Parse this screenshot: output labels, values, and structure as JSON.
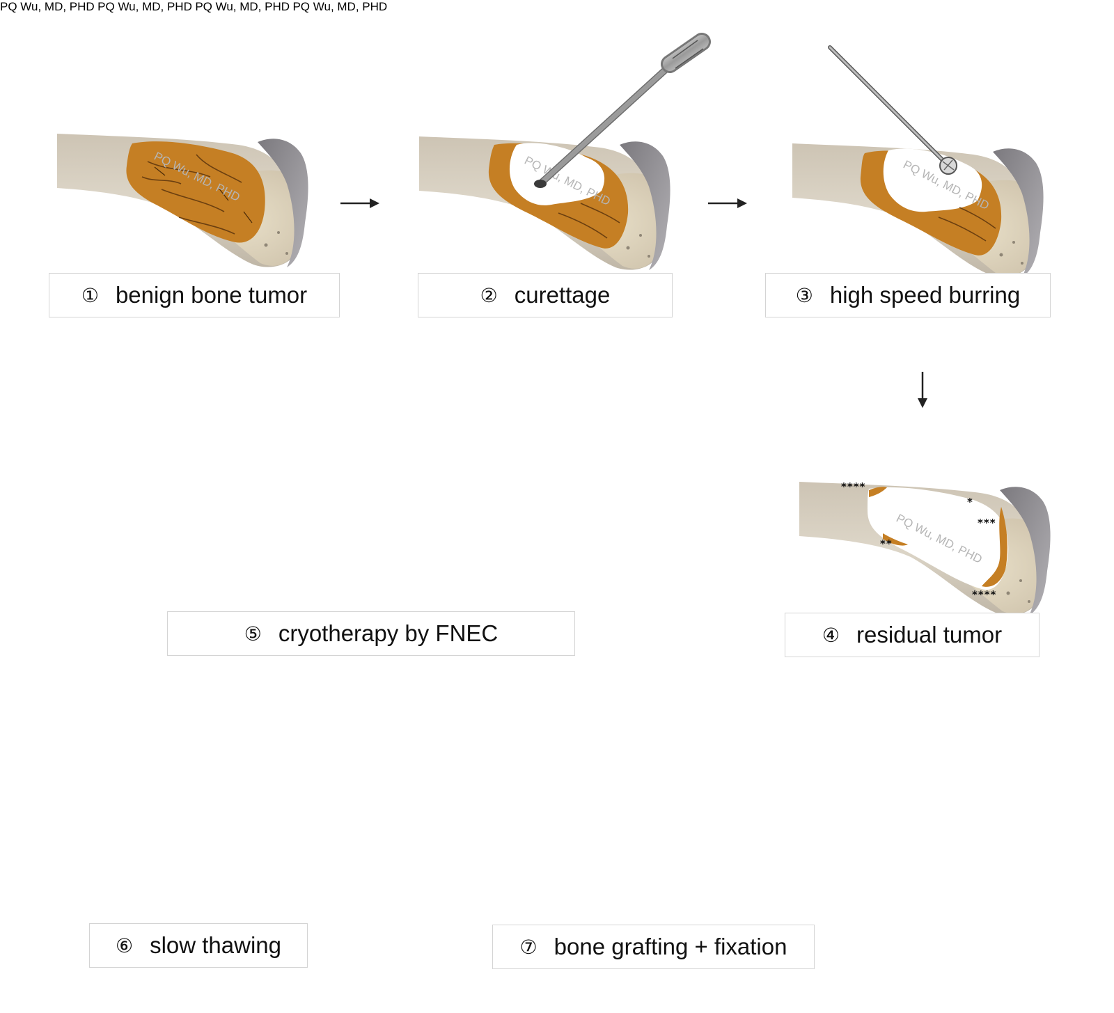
{
  "steps": [
    {
      "number": "①",
      "label": "benign bone tumor"
    },
    {
      "number": "②",
      "label": "curettage"
    },
    {
      "number": "③",
      "label": "high speed burring"
    },
    {
      "number": "④",
      "label": "residual tumor"
    },
    {
      "number": "⑤",
      "label": "cryotherapy by FNEC"
    },
    {
      "number": "⑥",
      "label": "slow thawing"
    },
    {
      "number": "⑦",
      "label": "bone grafting + fixation"
    }
  ],
  "residual_markers": [
    "****",
    "*",
    "***",
    "**",
    "****"
  ],
  "watermark": "PQ Wu, MD, PHD",
  "colors": {
    "bone": "#d9d1c2",
    "cartilage": "#9a989c",
    "tumor": "#c57f24",
    "plate": "#bdbdbd",
    "label_border": "#d4d4d4"
  },
  "icons": {
    "arrow": "arrow-icon",
    "curette": "curette-icon",
    "burr": "burr-icon",
    "spatula": "spatula-icon",
    "plate": "plate-icon"
  }
}
